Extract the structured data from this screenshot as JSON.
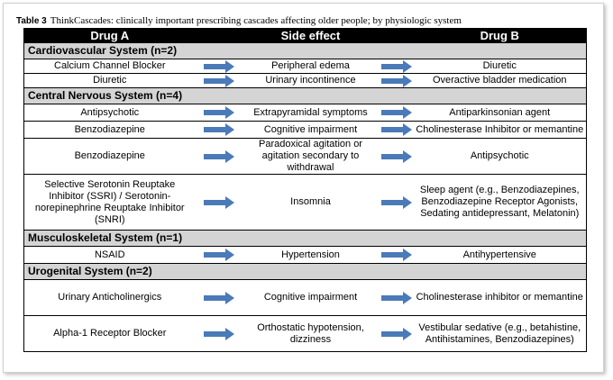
{
  "caption": {
    "label": "Table 3",
    "text": "ThinkCascades: clinically important prescribing cascades affecting older people; by physiologic system"
  },
  "headers": {
    "drug_a": "Drug A",
    "side_effect": "Side effect",
    "drug_b": "Drug B"
  },
  "arrow_color": "#4a7ab8",
  "groups": [
    {
      "title": "Cardiovascular System (n=2)",
      "rows": [
        {
          "a": "Calcium Channel Blocker",
          "se": "Peripheral edema",
          "b": "Diuretic"
        },
        {
          "a": "Diuretic",
          "se": "Urinary incontinence",
          "b": "Overactive bladder medication"
        }
      ]
    },
    {
      "title": "Central Nervous System (n=4)",
      "rows": [
        {
          "a": "Antipsychotic",
          "se": "Extrapyramidal symptoms",
          "b": "Antiparkinsonian agent"
        },
        {
          "a": "Benzodiazepine",
          "se": "Cognitive impairment",
          "b": "Cholinesterase Inhibitor or memantine"
        },
        {
          "a": "Benzodiazepine",
          "se": "Paradoxical agitation or agitation secondary to withdrawal",
          "b": "Antipsychotic"
        },
        {
          "a": "Selective Serotonin Reuptake Inhibitor (SSRI) / Serotonin-norepinephrine Reuptake Inhibitor (SNRI)",
          "se": "Insomnia",
          "b": "Sleep agent (e.g., Benzodiazepines, Benzodiazepine Receptor Agonists, Sedating antidepressant, Melatonin)"
        }
      ]
    },
    {
      "title": "Musculoskeletal System (n=1)",
      "rows": [
        {
          "a": "NSAID",
          "se": "Hypertension",
          "b": "Antihypertensive"
        }
      ]
    },
    {
      "title": "Urogenital System (n=2)",
      "rows": [
        {
          "a": "Urinary Anticholinergics",
          "se": "Cognitive impairment",
          "b": "Cholinesterase inhibitor or memantine"
        },
        {
          "a": "Alpha-1 Receptor Blocker",
          "se": "Orthostatic hypotension, dizziness",
          "b": "Vestibular sedative (e.g., betahistine, Antihistamines, Benzodiazepines)"
        }
      ]
    }
  ]
}
